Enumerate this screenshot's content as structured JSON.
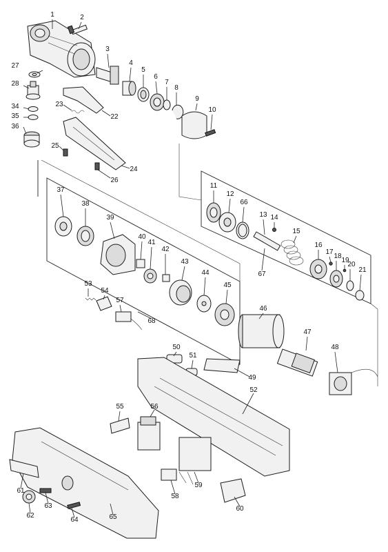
{
  "diagram": {
    "type": "exploded-parts-view",
    "labels": [
      "1",
      "2",
      "3",
      "4",
      "5",
      "6",
      "7",
      "8",
      "9",
      "10",
      "11",
      "12",
      "66",
      "13",
      "14",
      "15",
      "16",
      "17",
      "18",
      "19",
      "20",
      "21",
      "67",
      "27",
      "28",
      "34",
      "35",
      "36",
      "23",
      "22",
      "25",
      "24",
      "26",
      "37",
      "38",
      "39",
      "40",
      "41",
      "42",
      "43",
      "44",
      "45",
      "68",
      "53",
      "54",
      "57",
      "46",
      "47",
      "48",
      "50",
      "51",
      "49",
      "52",
      "55",
      "56",
      "61",
      "62",
      "63",
      "64",
      "65",
      "58",
      "59",
      "60"
    ]
  }
}
